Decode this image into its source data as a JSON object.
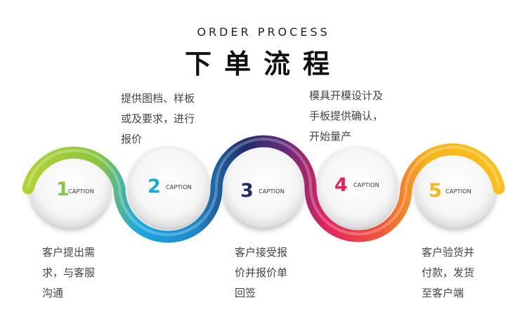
{
  "header": {
    "title_en": "ORDER PROCESS",
    "title_cn": "下单流程"
  },
  "steps": [
    {
      "number": "1",
      "caption": "CAPTION",
      "color": "#8bc53f",
      "description": "客户提出需\n求，与客服\n沟通"
    },
    {
      "number": "2",
      "caption": "CAPTION",
      "color": "#1ba9df",
      "description": "提供图档、样板\n或及要求，进行\n报价"
    },
    {
      "number": "3",
      "caption": "CAPTION",
      "color": "#1f2f6b",
      "description": "客户接受报\n价并报价单\n回签"
    },
    {
      "number": "4",
      "caption": "CAPTION",
      "color": "#e4235b",
      "description": "模具开模设计及\n手板提供确认，\n开始量产"
    },
    {
      "number": "5",
      "caption": "CAPTION",
      "color": "#f5b61a",
      "description": "客户验货并\n付款，发货\n至客户端"
    }
  ]
}
